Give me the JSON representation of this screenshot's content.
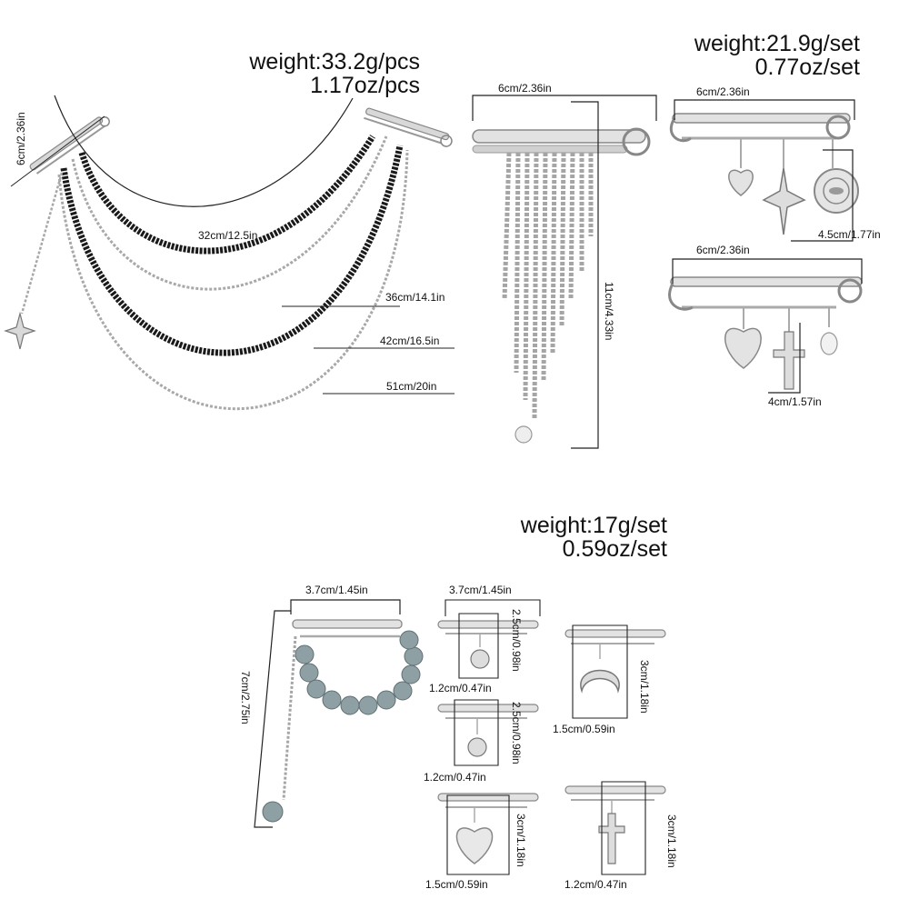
{
  "colors": {
    "metal": "#c9c9c9",
    "metal_dark": "#8f8f8f",
    "bead": "#1a1a1a",
    "pearl": "#8fa0a4",
    "line": "#222222"
  },
  "product1": {
    "weight": "weight:33.2g/pcs",
    "weight_oz": "1.17oz/pcs",
    "pin_len": "6cm/2.36in",
    "chains": [
      "32cm/12.5in",
      "36cm/14.1in",
      "42cm/16.5in",
      "51cm/20in"
    ]
  },
  "product2": {
    "weight": "weight:21.9g/set",
    "weight_oz": "0.77oz/set",
    "tassel_width": "6cm/2.36in",
    "tassel_height": "11cm/4.33in",
    "charm_pin1_width": "6cm/2.36in",
    "charm_pin1_height": "4.5cm/1.77in",
    "charm_pin2_width": "6cm/2.36in",
    "charm_pin2_height": "4cm/1.57in"
  },
  "product3": {
    "weight": "weight:17g/set",
    "weight_oz": "0.59oz/set",
    "pearl_width": "3.7cm/1.45in",
    "pearl_height": "7cm/2.75in",
    "small_width": "3.7cm/1.45in",
    "sun1_height": "2.5cm/0.98in",
    "sun1_width": "1.2cm/0.47in",
    "sun2_height": "2.5cm/0.98in",
    "sun2_width": "1.2cm/0.47in",
    "heart_height": "3cm/1.18in",
    "heart_width": "1.5cm/0.59in",
    "moon_height": "3cm/1.18in",
    "moon_width": "1.5cm/0.59in",
    "cross_height": "3cm/1.18in",
    "cross_width": "1.2cm/0.47in"
  }
}
